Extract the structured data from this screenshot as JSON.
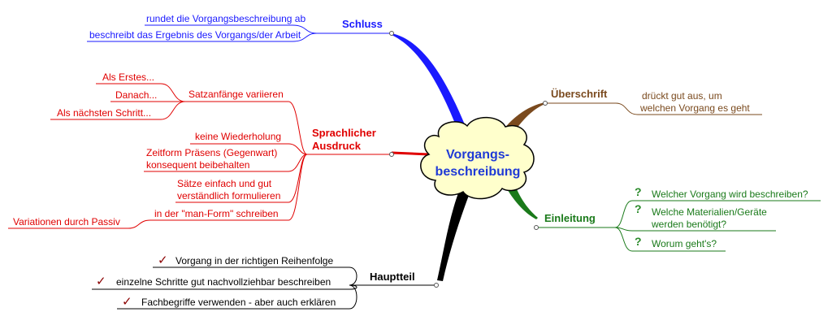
{
  "central_topic": {
    "line1": "Vorgangs-",
    "line2": "beschreibung"
  },
  "colors": {
    "schluss": "#1a1aff",
    "ueberschrift": "#7a4a1e",
    "sprachlich": "#e00000",
    "einleitung": "#1a7a1a",
    "hauptteil": "#000000",
    "check": "#8b0000",
    "question": "#2a8a2a",
    "center_text": "#1f3ad6",
    "cloud_fill": "#ffffcc"
  },
  "branches": {
    "schluss": {
      "label": "Schluss",
      "items": [
        "rundet die Vorgangsbeschreibung ab",
        "beschreibt das Ergebnis des Vorgangs/der Arbeit"
      ]
    },
    "ueberschrift": {
      "label": "Überschrift",
      "items_line1": "drückt gut aus, um",
      "items_line2": "welchen Vorgang es geht"
    },
    "sprachlich": {
      "label_line1": "Sprachlicher",
      "label_line2": "Ausdruck",
      "satzanfaenge": {
        "label": "Satzanfänge variieren",
        "items": [
          "Als Erstes...",
          "Danach...",
          "Als nächsten Schritt..."
        ]
      },
      "keine_wiederholung": "keine Wiederholung",
      "zeitform_line1": "Zeitform Präsens (Gegenwart)",
      "zeitform_line2": "konsequent beibehalten",
      "saetze_line1": "Sätze einfach und gut",
      "saetze_line2": "verständlich formulieren",
      "man_form": {
        "label": "in der \"man-Form\" schreiben",
        "child": "Variationen durch Passiv"
      }
    },
    "einleitung": {
      "label": "Einleitung",
      "q1": "Welcher Vorgang wird beschreiben?",
      "q2_line1": "Welche Materialien/Geräte",
      "q2_line2": "werden benötigt?",
      "q3": "Worum geht's?",
      "question_mark": "?"
    },
    "hauptteil": {
      "label": "Hauptteil",
      "items": [
        "Vorgang in der richtigen Reihenfolge",
        "einzelne Schritte gut nachvollziehbar beschreiben",
        "Fachbegriffe verwenden - aber auch erklären"
      ],
      "check_mark": "✓"
    }
  }
}
